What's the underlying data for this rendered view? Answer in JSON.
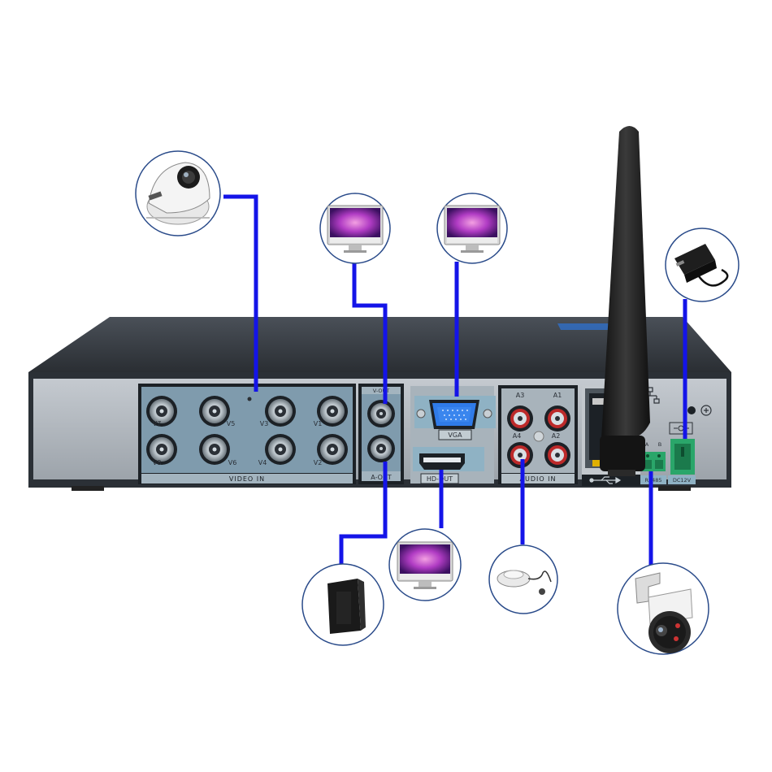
{
  "panel": {
    "video_in_label": "VIDEO IN",
    "v_out_label": "V-OUT",
    "a_out_label": "A-OUT",
    "vga_label": "VGA",
    "hd_out_label": "HD-OUT",
    "audio_in_label": "AUDIO IN",
    "rs485_label": "RS485",
    "dc12v_label": "DC12V",
    "rs485_a": "A",
    "rs485_b": "B",
    "video_ports": [
      "V7",
      "V5",
      "V3",
      "V1",
      "V8",
      "V6",
      "V4",
      "V2"
    ],
    "audio_ports": [
      "A3",
      "A1",
      "A4",
      "A2"
    ]
  },
  "devices": [
    {
      "name": "dome-camera",
      "connects_to": "VIDEO IN"
    },
    {
      "name": "monitor-v-out",
      "connects_to": "V-OUT"
    },
    {
      "name": "monitor-vga",
      "connects_to": "VGA"
    },
    {
      "name": "power-adapter",
      "connects_to": "DC12V"
    },
    {
      "name": "speaker",
      "connects_to": "A-OUT"
    },
    {
      "name": "monitor-hd-out",
      "connects_to": "HD-OUT"
    },
    {
      "name": "microphone",
      "connects_to": "AUDIO IN"
    },
    {
      "name": "ptz-camera",
      "connects_to": "RS485"
    }
  ],
  "colors": {
    "wire": "#1414e8",
    "chassis": "#2b3036",
    "panel": "#7f98aa",
    "panel_inner": "#9bb3c3",
    "circle_border": "#2a4b8a"
  }
}
